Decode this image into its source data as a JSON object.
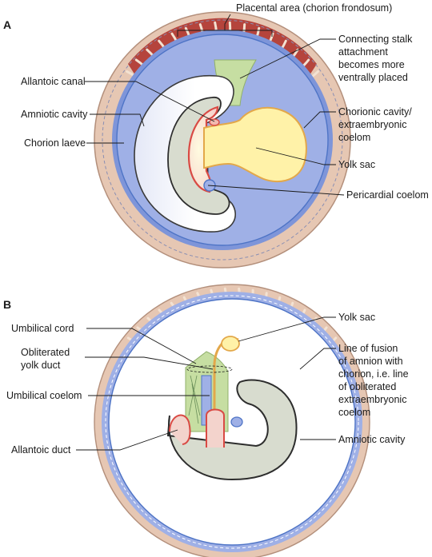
{
  "panels": [
    {
      "letter": "A",
      "labels": {
        "placental_area": "Placental area (chorion frondosum)",
        "connecting_stalk": [
          "Connecting stalk",
          "attachment",
          "becomes more",
          "ventrally placed"
        ],
        "allantoic_canal": "Allantoic canal",
        "amniotic_cavity": "Amniotic cavity",
        "chorion_laeve": "Chorion laeve",
        "chorionic_cavity": [
          "Chorionic cavity/",
          "extraembryonic",
          "coelom"
        ],
        "yolk_sac": "Yolk sac",
        "pericardial_coelom": "Pericardial coelom"
      }
    },
    {
      "letter": "B",
      "labels": {
        "umbilical_cord": "Umbilical cord",
        "obliterated_yolk_duct": [
          "Obliterated",
          "yolk duct"
        ],
        "umbilical_coelom": "Umbilical coelom",
        "allantoic_duct": "Allantoic duct",
        "yolk_sac": "Yolk sac",
        "line_of_fusion": [
          "Line of fusion",
          "of amnion with",
          "chorion, i.e. line",
          "of obliterated",
          "extraembryonic",
          "coelom"
        ],
        "amniotic_cavity": "Amniotic cavity"
      }
    }
  ],
  "colors": {
    "chorion_outer": "#e6c7b3",
    "placenta": "#b5443c",
    "villi": "#f3e2d2",
    "chorionic_cavity": "#9fb0e6",
    "chorionic_cavity_light": "#c9d3f2",
    "amnion_line": "#4e74c6",
    "embryo": "#d8dccf",
    "yolk_sac": "#fff2a8",
    "yolk_sac_edge": "#e3a84a",
    "endoderm_red": "#d94a44",
    "connecting_stalk_green": "#c6dea2"
  }
}
